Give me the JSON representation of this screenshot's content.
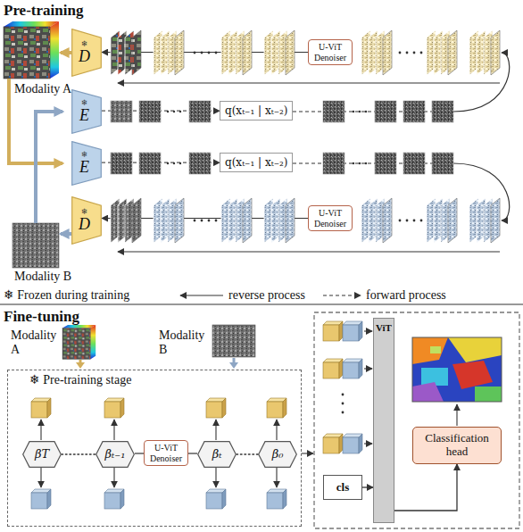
{
  "diagram": {
    "nodes": [
      {
        "text": [
          "❄",
          "D"
        ]
      },
      {
        "text": [
          "❄",
          "E"
        ]
      },
      {
        "text": [
          "q(xₜ₋₁ | xₜ₋₂)"
        ]
      },
      {
        "text": [
          "U-ViT Denoiser"
        ]
      },
      {
        "text": [
          "❄",
          "E"
        ]
      },
      {
        "text": [
          "q(xₜ₋₁ | xₜ₋₂)"
        ]
      },
      {
        "text": [
          "❄",
          "D"
        ]
      },
      {
        "text": [
          "U-ViT Denoiser"
        ]
      },
      {
        "text": [
          "❄ Pre-training stage"
        ]
      },
      {
        "text": [
          "βT"
        ],
        "in": 8
      },
      {
        "text": [
          "βₜ₋₁"
        ],
        "in": 8
      },
      {
        "text": [
          "U-ViT Denoiser"
        ],
        "in": 8
      },
      {
        "text": [
          "βₜ"
        ],
        "in": 8
      },
      {
        "text": [
          "β₀"
        ],
        "in": 8
      },
      {
        "text": [
          "ViT"
        ]
      },
      {
        "text": [
          "cls"
        ]
      },
      {
        "text": [
          "Classification head"
        ]
      }
    ],
    "edges": [
      {
        "from": 1,
        "to": 2,
        "arrow": "to"
      },
      {
        "from": 3,
        "to": 0,
        "arrow": "to"
      },
      {
        "from": 4,
        "to": 5,
        "arrow": "to"
      },
      {
        "from": 7,
        "to": 6,
        "arrow": "to"
      },
      {
        "from": 9,
        "to": 10,
        "arrow": "none"
      },
      {
        "from": 10,
        "to": 11,
        "arrow": "none"
      },
      {
        "from": 11,
        "to": 12,
        "arrow": "none"
      },
      {
        "from": 12,
        "to": 13,
        "arrow": "none"
      },
      {
        "from": 15,
        "to": 14,
        "arrow": "to"
      },
      {
        "from": 14,
        "to": 16,
        "arrow": "to"
      }
    ],
    "labels": [
      "Pre-training",
      "Modality A",
      "Modality B",
      "❄ Frozen during training",
      "reverse process",
      "forward process",
      "Fine-tuning",
      "Modality A",
      "Modality B"
    ]
  }
}
